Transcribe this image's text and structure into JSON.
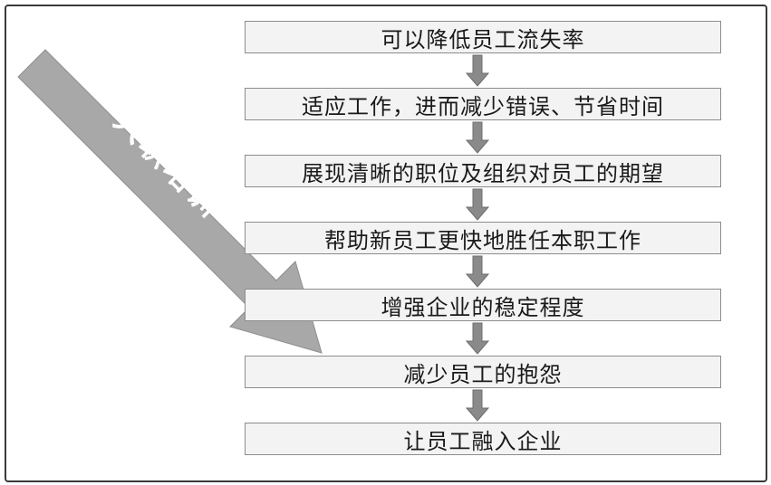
{
  "diagram": {
    "arrow_label": "入职培训",
    "steps": [
      "可以降低员工流失率",
      "适应工作，进而减少错误、节省时间",
      "展现清晰的职位及组织对员工的期望",
      "帮助新员工更快地胜任本职工作",
      "增强企业的稳定程度",
      "减少员工的抱怨",
      "让员工融入企业"
    ],
    "colors": {
      "arrow_fill": "#a8a8a8",
      "box_fill": "#f3f3f3",
      "box_border": "#8c8c8c",
      "small_arrow_fill": "#8a8a8a",
      "text": "#1a1a1a"
    }
  }
}
